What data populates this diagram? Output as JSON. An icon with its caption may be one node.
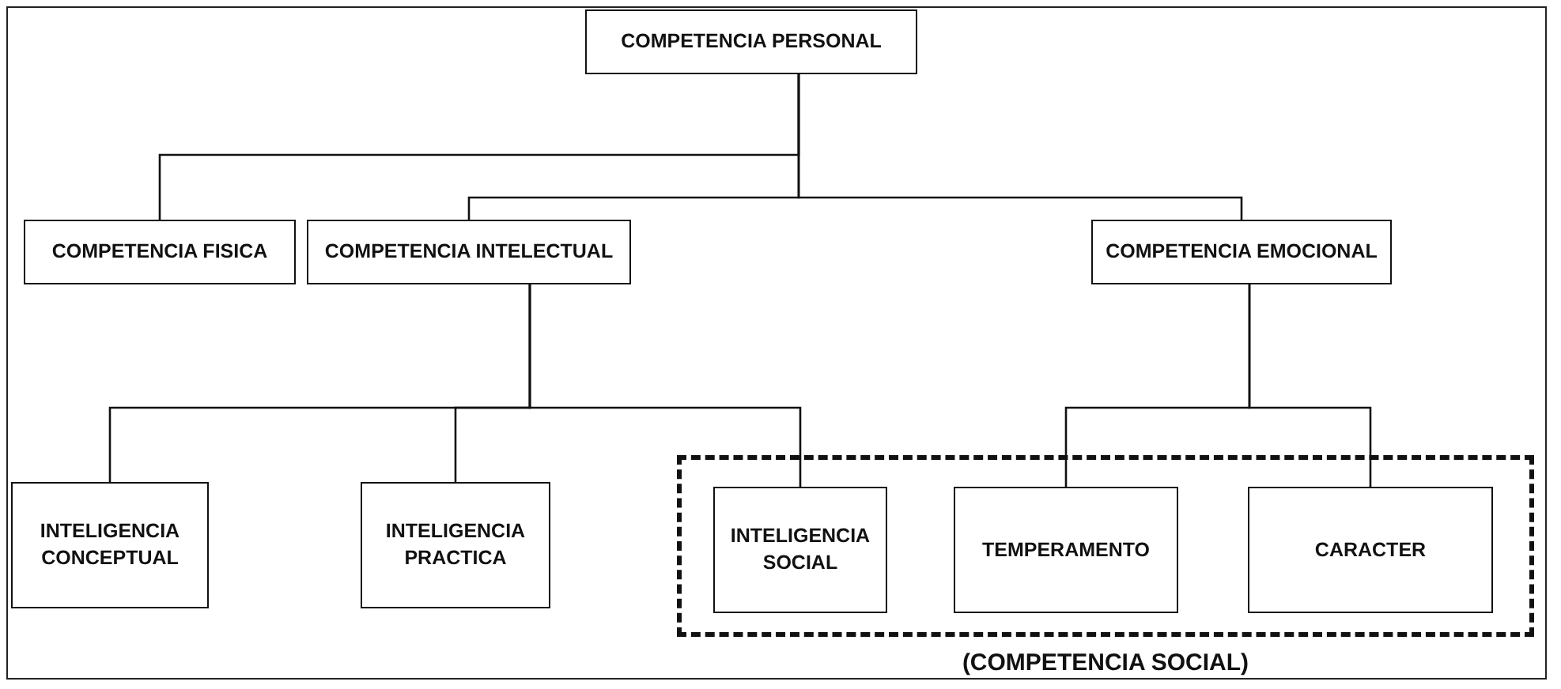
{
  "diagram": {
    "nodes": [
      {
        "text": [
          "COMPETENCIA PERSONAL"
        ]
      },
      {
        "text": [
          "COMPETENCIA FISICA"
        ]
      },
      {
        "text": [
          "COMPETENCIA INTELECTUAL"
        ]
      },
      {
        "text": [
          "COMPETENCIA EMOCIONAL"
        ]
      },
      {
        "text": [
          "INTELIGENCIA CONCEPTUAL"
        ]
      },
      {
        "text": [
          "INTELIGENCIA PRACTICA"
        ]
      },
      {
        "text": [
          "(COMPETENCIA SOCIAL)"
        ]
      },
      {
        "text": [
          "INTELIGENCIA SOCIAL"
        ],
        "in": 6
      },
      {
        "text": [
          "TEMPERAMENTO"
        ],
        "in": 6
      },
      {
        "text": [
          "CARACTER"
        ],
        "in": 6
      }
    ],
    "edges": [
      {
        "from": 0,
        "to": 1,
        "arrow": "none"
      },
      {
        "from": 0,
        "to": 2,
        "arrow": "none"
      },
      {
        "from": 0,
        "to": 3,
        "arrow": "none"
      },
      {
        "from": 2,
        "to": 4,
        "arrow": "none"
      },
      {
        "from": 2,
        "to": 5,
        "arrow": "none"
      },
      {
        "from": 2,
        "to": 7,
        "arrow": "none"
      },
      {
        "from": 3,
        "to": 8,
        "arrow": "none"
      },
      {
        "from": 3,
        "to": 9,
        "arrow": "none"
      }
    ]
  }
}
